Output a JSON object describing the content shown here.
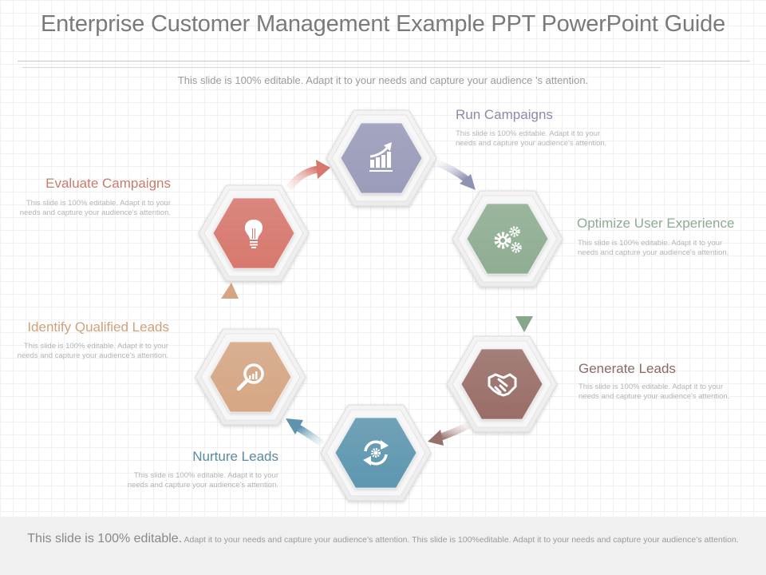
{
  "title": "Enterprise Customer Management Example PPT PowerPoint Guide",
  "subtitle": "This slide is 100% editable. Adapt it to your needs and capture your  audience ’s attention.",
  "steps": [
    {
      "label": "Run Campaigns",
      "desc": "This slide is 100% editable. Adapt it to your needs and capture your audience's attention.",
      "color": "#9a9cba",
      "label_color": "#8a8ca8",
      "icon": "chart-growth-icon"
    },
    {
      "label": "Optimize User Experience",
      "desc": "This slide is 100% editable. Adapt it to your needs and capture your audience's attention.",
      "color": "#8fae92",
      "label_color": "#8faa93",
      "icon": "gears-icon"
    },
    {
      "label": "Generate Leads",
      "desc": "This slide is 100% editable. Adapt it to your needs and capture your audience's attention.",
      "color": "#9a6e68",
      "label_color": "#8a6a66",
      "icon": "handshake-icon"
    },
    {
      "label": "Nurture Leads",
      "desc": "This slide is 100% editable. Adapt it to your needs and capture your audience's attention.",
      "color": "#5e97b0",
      "label_color": "#5a8aa0",
      "icon": "refresh-gear-icon"
    },
    {
      "label": "Identify Qualified Leads",
      "desc": "This slide is 100% editable. Adapt it to your needs and capture your audience's attention.",
      "color": "#d6a784",
      "label_color": "#cfa27c",
      "icon": "magnifier-chart-icon"
    },
    {
      "label": "Evaluate Campaigns",
      "desc": "This slide is 100% editable. Adapt it to your needs and capture your audience's attention.",
      "color": "#d8786e",
      "label_color": "#c97c6e",
      "icon": "lightbulb-icon"
    }
  ],
  "footer": {
    "lead": "This slide is 100% editable.",
    "text": " Adapt it to your needs and capture your audience’s attention. This slide is 100%editable. Adapt it to your needs and capture your audience’s attention."
  }
}
